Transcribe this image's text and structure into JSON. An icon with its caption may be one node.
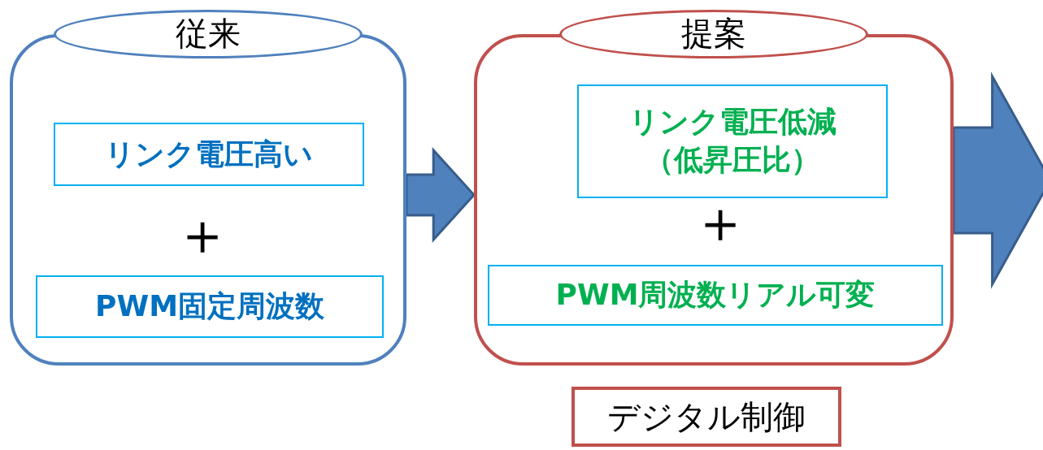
{
  "diagram": {
    "nodes": [
      {
        "text": [
          "従来"
        ]
      },
      {
        "text": [
          "リンク電圧高い"
        ],
        "in": 0
      },
      {
        "text": [
          "PWM固定周波数"
        ],
        "in": 0
      },
      {
        "text": [
          "提案"
        ]
      },
      {
        "text": [
          "リンク電圧低減（低昇圧比）"
        ],
        "in": 3
      },
      {
        "text": [
          "PWM周波数リアル可変"
        ],
        "in": 3
      },
      {
        "text": [
          "デジタル制御"
        ]
      }
    ],
    "edges": [
      {
        "from": 0,
        "to": 3,
        "arrow": "to"
      },
      {
        "from": 3,
        "to": null,
        "arrow": "to"
      }
    ],
    "labels": [
      "＋",
      "＋"
    ]
  }
}
